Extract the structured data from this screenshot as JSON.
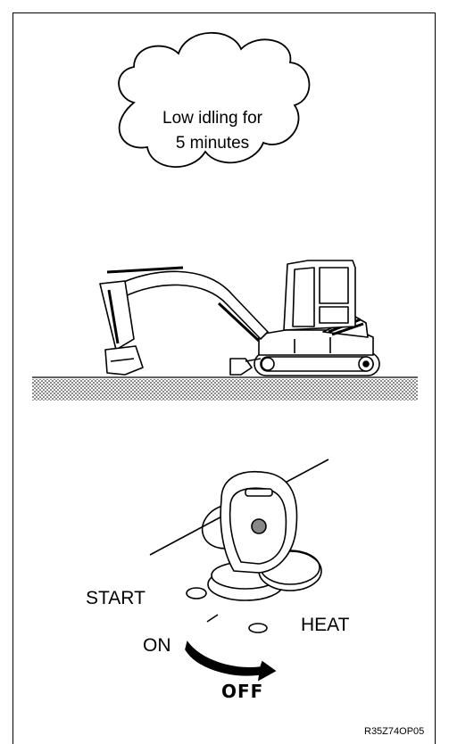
{
  "cloud": {
    "line1": "Low idling for",
    "line2": "5 minutes"
  },
  "key_switch": {
    "positions": {
      "start": "START",
      "heat": "HEAT",
      "on": "ON",
      "off": "OFF"
    },
    "active_position": "OFF"
  },
  "figure_code": "R35Z74OP05"
}
